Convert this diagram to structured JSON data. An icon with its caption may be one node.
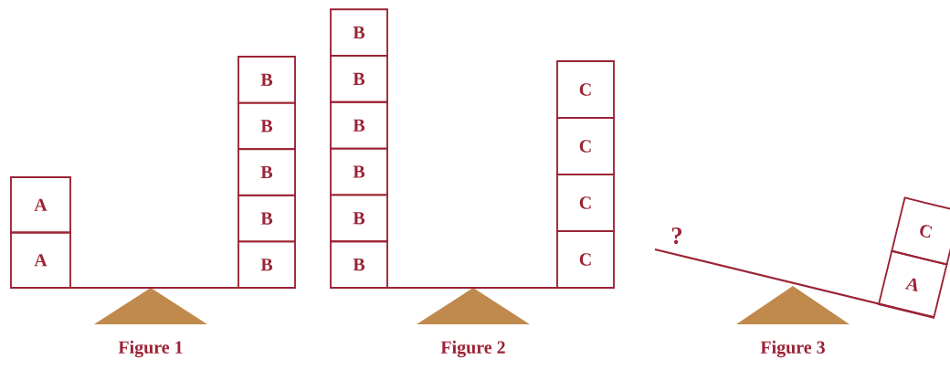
{
  "diagram": {
    "nodes": [
      {
        "text": [
          "A"
        ]
      },
      {
        "text": [
          "A"
        ]
      },
      {
        "text": [
          "B"
        ]
      },
      {
        "text": [
          "B"
        ]
      },
      {
        "text": [
          "B"
        ]
      },
      {
        "text": [
          "B"
        ]
      },
      {
        "text": [
          "B"
        ]
      },
      {
        "text": [
          "B"
        ]
      },
      {
        "text": [
          "B"
        ]
      },
      {
        "text": [
          "B"
        ]
      },
      {
        "text": [
          "B"
        ]
      },
      {
        "text": [
          "B"
        ]
      },
      {
        "text": [
          "B"
        ]
      },
      {
        "text": [
          "C"
        ]
      },
      {
        "text": [
          "C"
        ]
      },
      {
        "text": [
          "C"
        ]
      },
      {
        "text": [
          "C"
        ]
      },
      {
        "text": [
          "C"
        ]
      },
      {
        "text": [
          "A"
        ]
      }
    ],
    "labels": [
      "?",
      "Figure 1",
      "Figure 2",
      "Figure 3"
    ]
  }
}
